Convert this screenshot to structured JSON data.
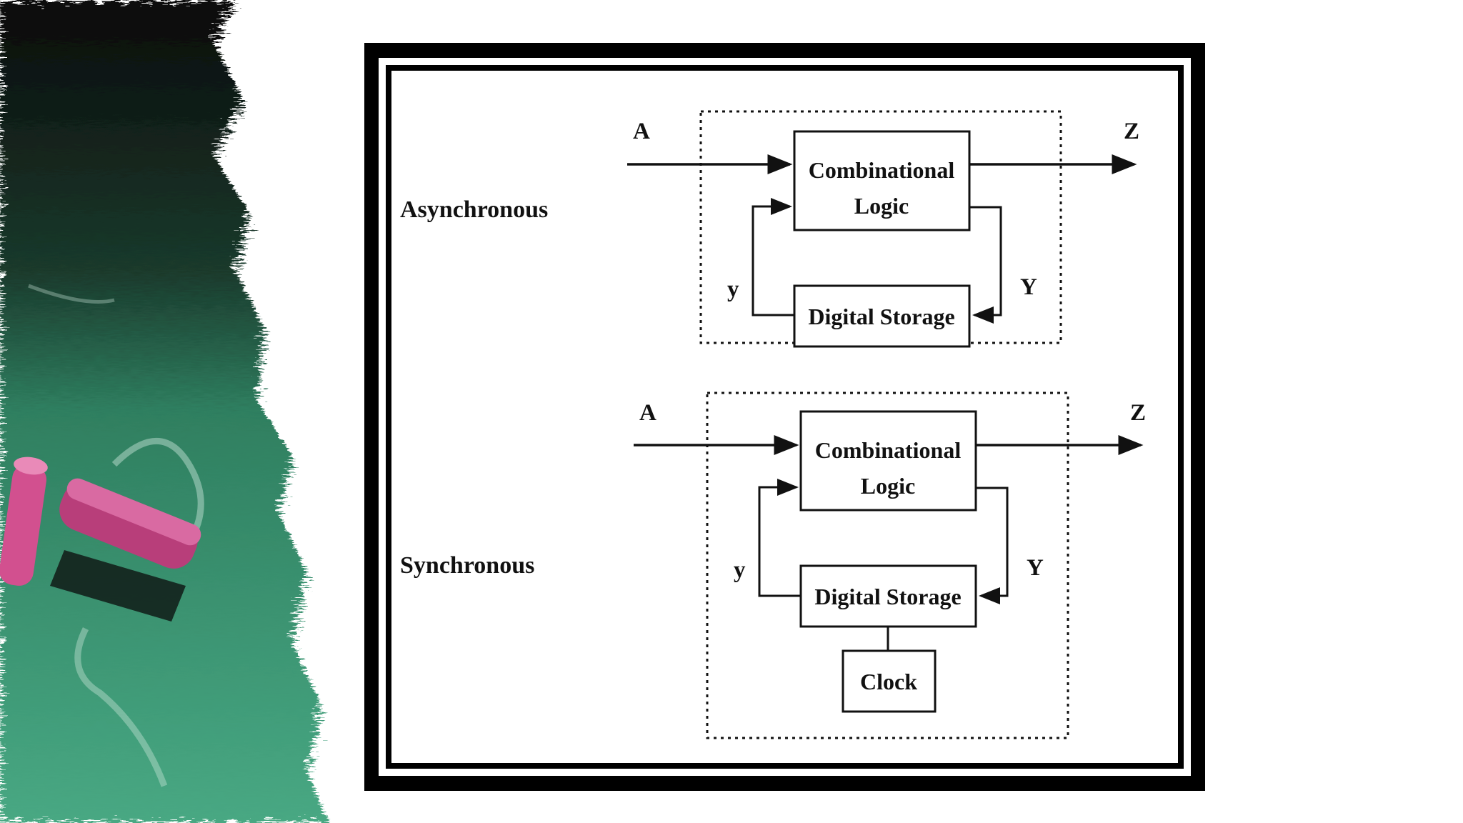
{
  "slide": {
    "background": "#ffffff",
    "decoration": {
      "chalkboard_color": "#3f9a77",
      "chalk_color": "#d2508f",
      "smudge_color": "#0b0b0b"
    }
  },
  "diagram": {
    "async": {
      "label": "Asynchronous",
      "input": "A",
      "output": "Z",
      "state_present": "y",
      "state_next": "Y",
      "logic_box_line1": "Combinational",
      "logic_box_line2": "Logic",
      "storage_box": "Digital Storage"
    },
    "sync": {
      "label": "Synchronous",
      "input": "A",
      "output": "Z",
      "state_present": "y",
      "state_next": "Y",
      "logic_box_line1": "Combinational",
      "logic_box_line2": "Logic",
      "storage_box": "Digital Storage",
      "clock_box": "Clock"
    }
  }
}
